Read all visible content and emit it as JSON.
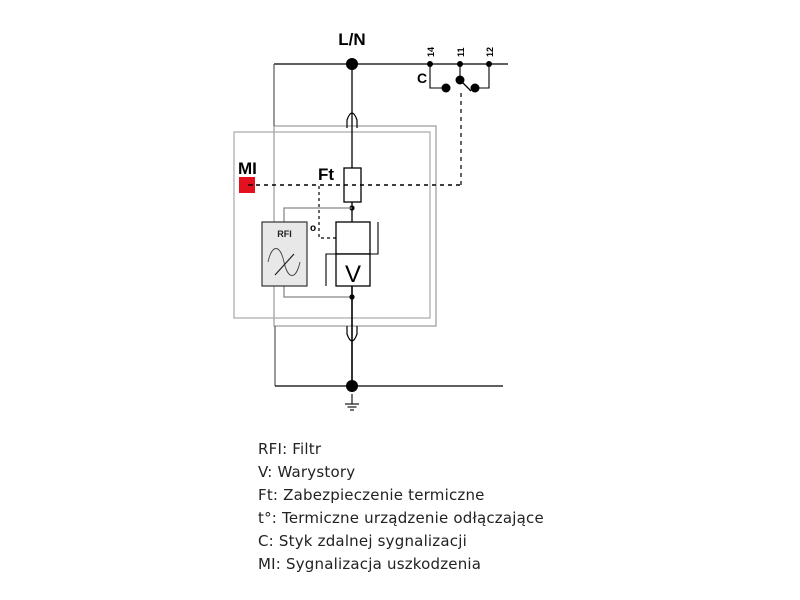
{
  "diagram": {
    "labels": {
      "line": "L/N",
      "contact": "C",
      "terminal_14": "14",
      "terminal_11": "11",
      "terminal_12": "12",
      "fault_indicator": "MI",
      "fault_indicator_mark": "-",
      "thermal_fuse": "Ft",
      "filter": "RFI",
      "varistor": "V",
      "thermal_disconnector": "o"
    },
    "colors": {
      "fault_indicator": "#e3101e",
      "wire": "#000000",
      "housing": "#a0a0a0",
      "filter_fill": "#e8e8e8"
    }
  },
  "legend": [
    "RFI: Filtr",
    "V: Warystory",
    "Ft: Zabezpieczenie termiczne",
    "t°: Termiczne urządzenie odłączające",
    "C: Styk zdalnej sygnalizacji",
    "MI: Sygnalizacja uszkodzenia"
  ]
}
